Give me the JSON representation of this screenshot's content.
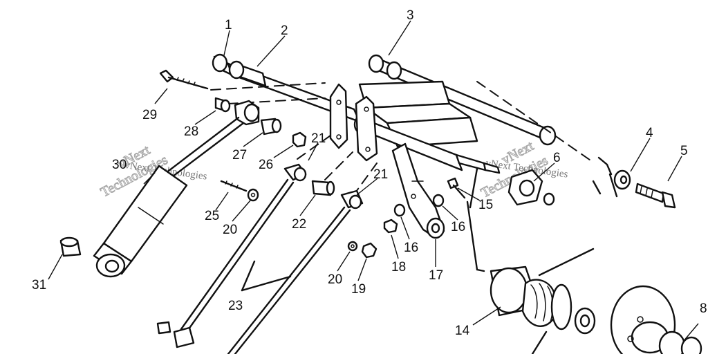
{
  "callouts": [
    "1",
    "2",
    "3",
    "4",
    "5",
    "6",
    "8",
    "14",
    "15",
    "16",
    "16",
    "17",
    "18",
    "19",
    "20",
    "20",
    "21",
    "21",
    "22",
    "23",
    "25",
    "26",
    "27",
    "28",
    "29",
    "30",
    "31"
  ],
  "watermark": {
    "brand_1": "vNext",
    "brand_2": "Technologies",
    "brand_3": "vNext Technologies",
    "line_a": "vNext Technologies"
  }
}
